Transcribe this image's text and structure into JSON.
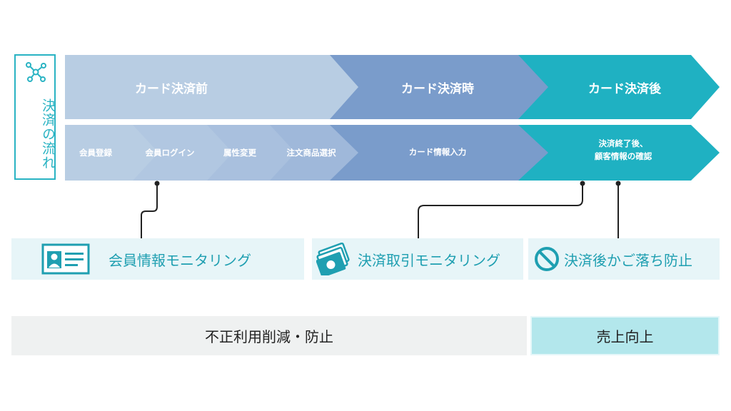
{
  "side_label": "決済の流れ",
  "phases": [
    {
      "label": "カード決済前",
      "color": "#b8cde3"
    },
    {
      "label": "カード決済時",
      "color": "#7a9ccb"
    },
    {
      "label": "カード決済後",
      "color": "#1fb1c2"
    }
  ],
  "steps": [
    "会員登録",
    "会員ログイン",
    "属性変更",
    "注文商品選択",
    "カード情報入力"
  ],
  "step_after": [
    "決済終了後、",
    "顧客情報の確認"
  ],
  "panels": [
    {
      "label": "会員情報モニタリング",
      "icon": "member-card-icon"
    },
    {
      "label": "決済取引モニタリング",
      "icon": "cash-stack-icon"
    },
    {
      "label": "決済後かご落ち防止",
      "icon": "prohibit-icon"
    }
  ],
  "outcomes": {
    "fraud": "不正利用削減・防止",
    "sales": "売上向上"
  },
  "colors": {
    "accent": "#29b3c3",
    "line": "#222222"
  }
}
